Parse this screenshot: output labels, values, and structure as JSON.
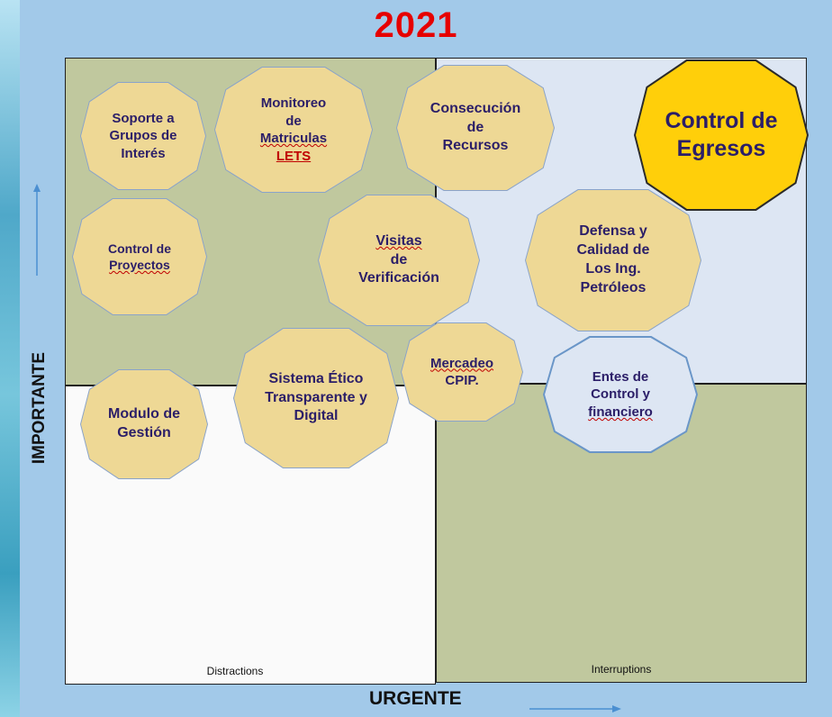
{
  "title": "2021",
  "y_axis_label": "IMPORTANTE",
  "x_axis_label": "URGENTE",
  "quadrant_labels": {
    "bottom_left": "Distractions",
    "bottom_right": "Interruptions"
  },
  "nodes": {
    "soporte": [
      "Soporte a",
      "Grupos de",
      "Interés"
    ],
    "monitoreo": [
      "Monitoreo",
      "de",
      "Matriculas",
      "LETS"
    ],
    "consecucion": [
      "Consecución",
      "de",
      "Recursos"
    ],
    "control_egresos": [
      "Control de",
      "Egresos"
    ],
    "control_proyectos": [
      "Control de",
      "Proyectos"
    ],
    "visitas": [
      "Visitas",
      "de",
      "Verificación"
    ],
    "defensa": [
      "Defensa y",
      "Calidad de",
      "Los Ing.",
      "Petróleos"
    ],
    "mercadeo": [
      "Mercadeo",
      "CPIP."
    ],
    "entes": [
      "Entes de",
      "Control y",
      "financiero"
    ],
    "modulo": [
      "Modulo de",
      "Gestión"
    ],
    "sistema": [
      "Sistema Ético",
      "Transparente y",
      "Digital"
    ]
  },
  "colors": {
    "title": "#e60000",
    "node_fill": "#ffe28c",
    "node_highlight": "#ffcf0a",
    "node_text": "#2b1e68",
    "quadrant_olive": "#c0c89e",
    "quadrant_blue": "#dde6f3"
  }
}
